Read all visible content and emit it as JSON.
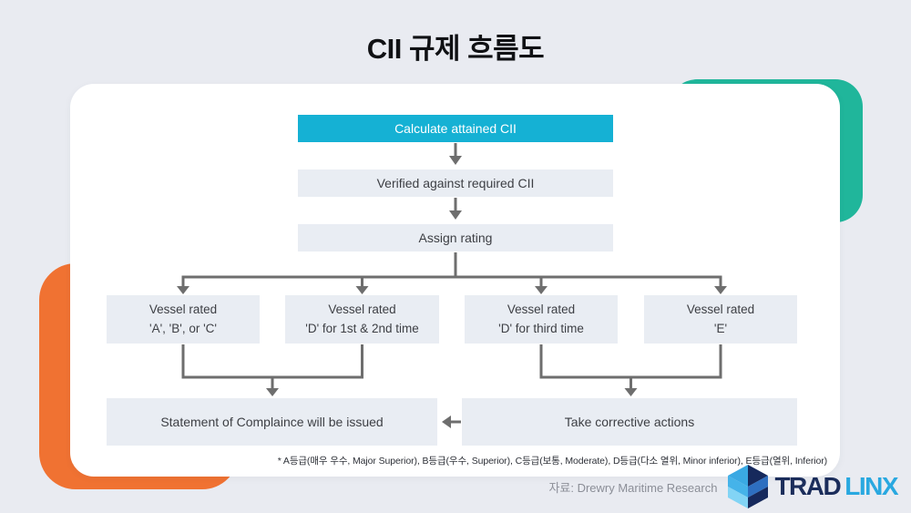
{
  "title": "CII 규제 흐름도",
  "flowchart": {
    "step_calculate": "Calculate attained CII",
    "step_verify": "Verified against required CII",
    "step_assign": "Assign rating",
    "branches": [
      {
        "line1": "Vessel rated",
        "line2": "'A', 'B', or 'C'"
      },
      {
        "line1": "Vessel rated",
        "line2": "'D' for 1st & 2nd time"
      },
      {
        "line1": "Vessel rated",
        "line2": "'D' for third time"
      },
      {
        "line1": "Vessel rated",
        "line2": "'E'"
      }
    ],
    "outcome_compliance": "Statement of Complaince will be issued",
    "outcome_corrective": "Take corrective actions"
  },
  "footnote": "* A등급(매우 우수, Major Superior), B등급(우수, Superior), C등급(보통, Moderate), D등급(다소 열위, Minor inferior), E등급(열위, Inferior)",
  "source": "자료: Drewry Maritime Research",
  "logo": {
    "text_primary": "TRAD",
    "text_secondary": "LINX",
    "icon": "cube-icon"
  },
  "colors": {
    "page_background": "#e9ebf1",
    "card_background": "#ffffff",
    "accent_cyan": "#15b1d4",
    "accent_teal": "#20b69b",
    "accent_orange": "#f07232",
    "box_gray": "#e9edf3",
    "connector_gray": "#6e6e6e",
    "logo_navy": "#1b2d5b",
    "logo_blue": "#29a8e0"
  }
}
